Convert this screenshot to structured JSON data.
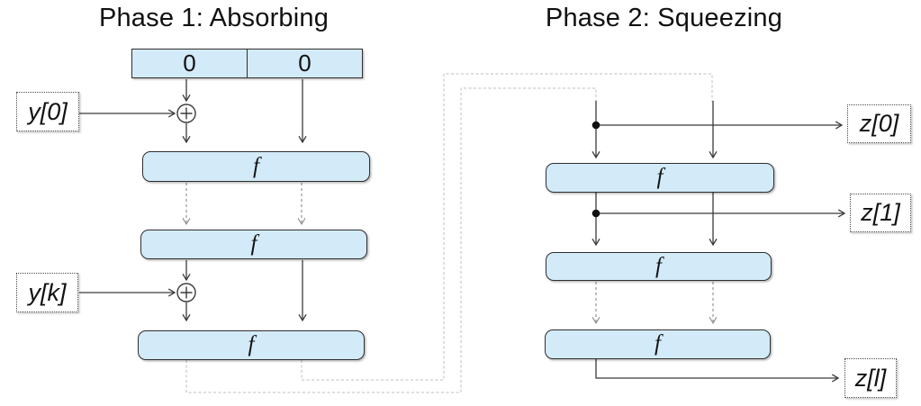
{
  "titles": {
    "phase1": "Phase 1: Absorbing",
    "phase2": "Phase 2: Squeezing"
  },
  "state_register": {
    "cells": [
      "0",
      "0"
    ]
  },
  "function_label": "f",
  "absorbing": {
    "inputs": [
      {
        "label": "y[0]"
      },
      {
        "label": "y[k]"
      }
    ],
    "xor_icon": "circle-plus-xor"
  },
  "squeezing": {
    "outputs": [
      {
        "label": "z[0]"
      },
      {
        "label": "z[1]"
      },
      {
        "label": "z[l]"
      }
    ],
    "junction_icon": "branch-dot"
  },
  "colors": {
    "background": "#ffffff",
    "box_fill": "#d3eaf8",
    "box_border": "#2f2f2f",
    "arrow": "#3a3a3a",
    "dashed_arrow": "#949494",
    "feedback_line": "#c9c9c9",
    "text": "#111111"
  }
}
